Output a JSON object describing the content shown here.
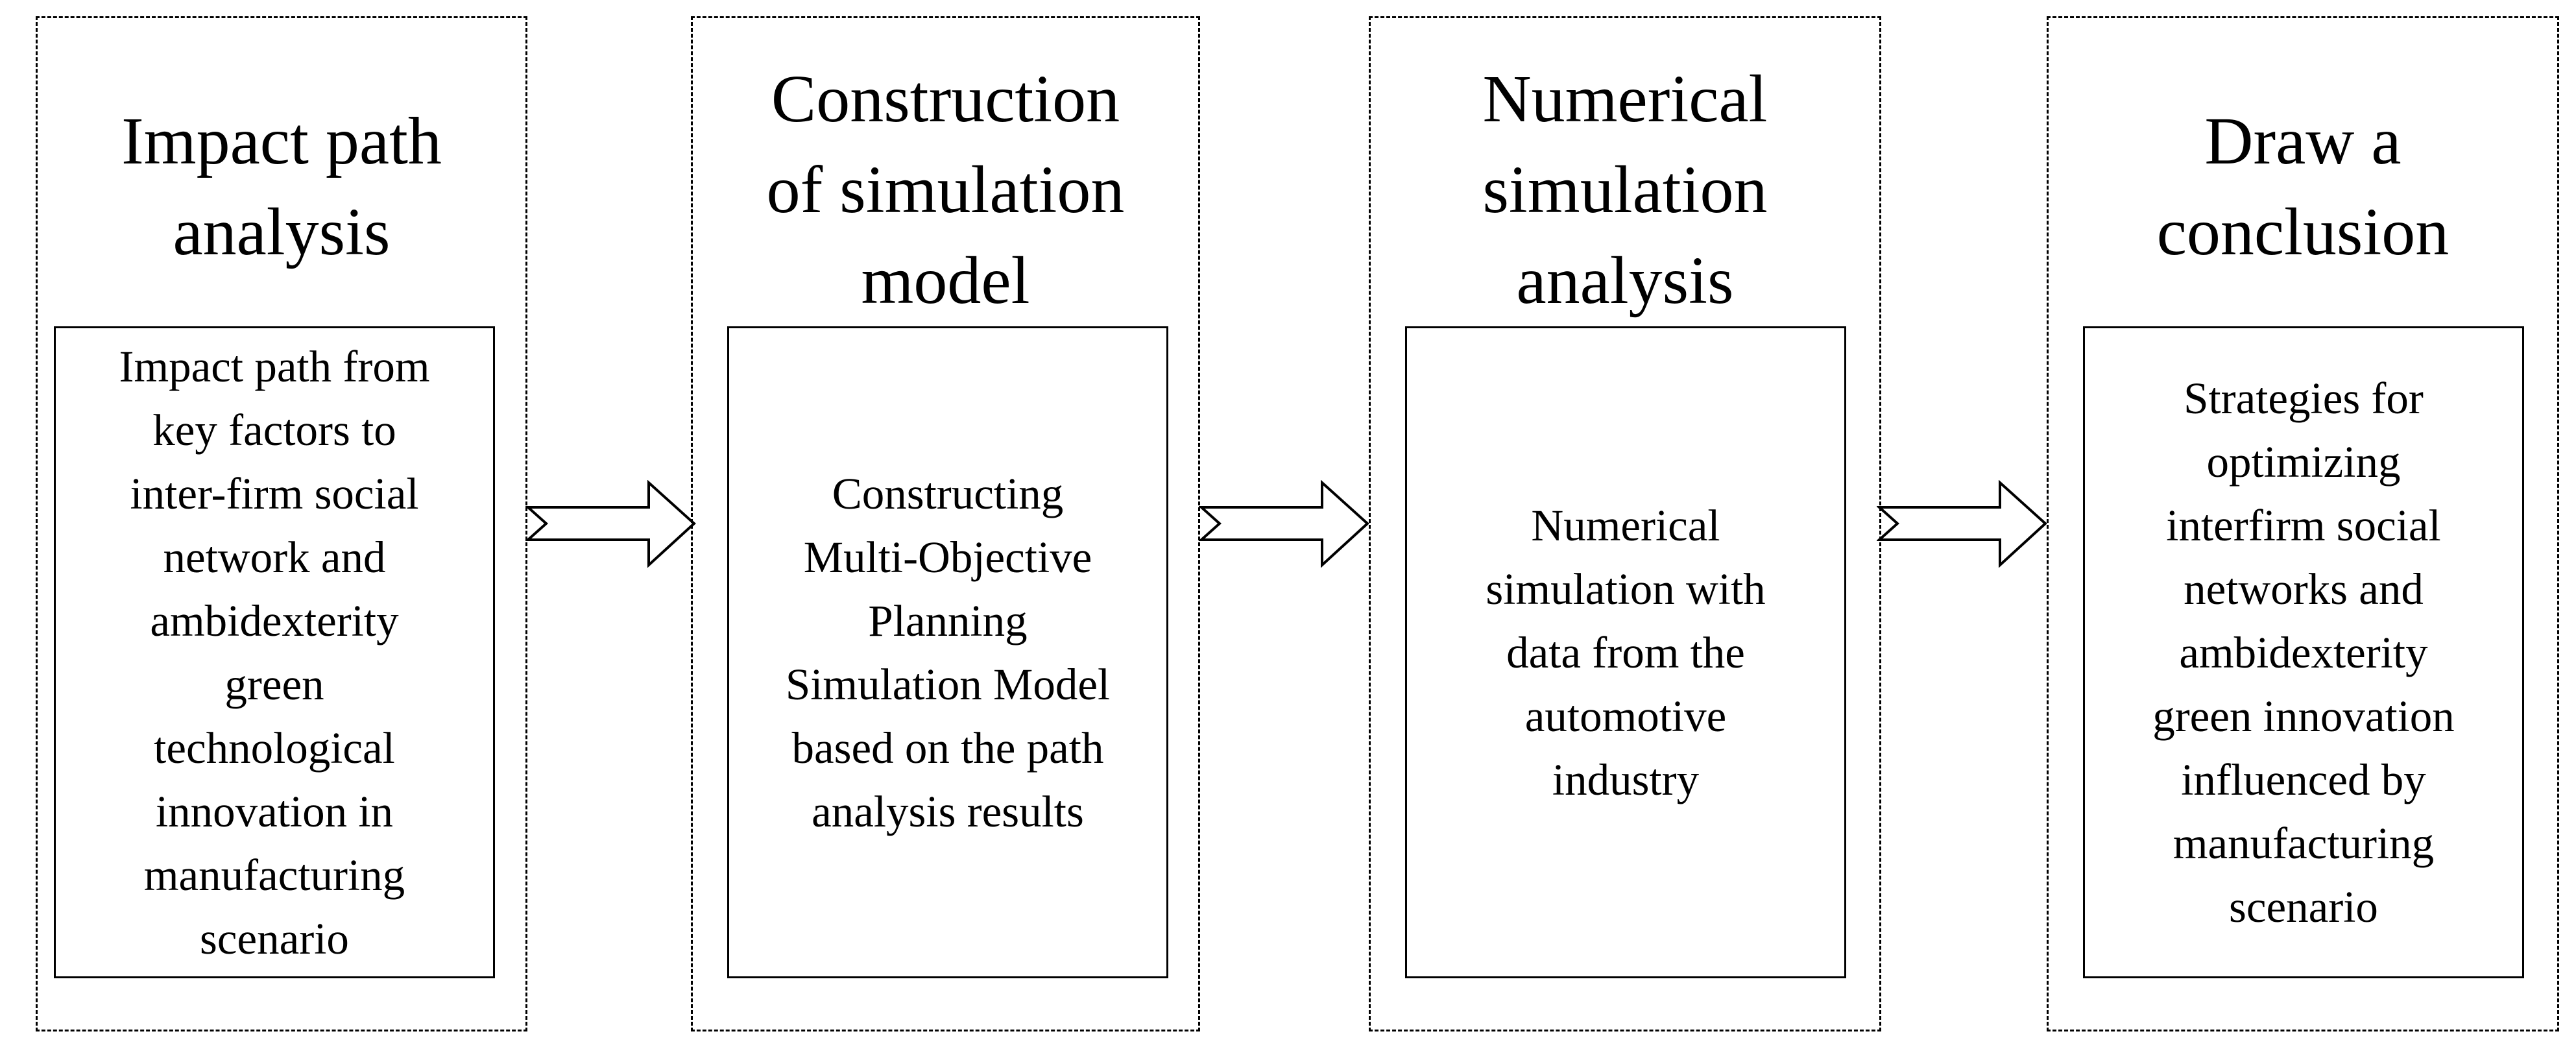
{
  "stages": [
    {
      "title": "Impact path\nanalysis",
      "body": "Impact path from\nkey factors to\ninter-firm social\nnetwork and\nambidexterity\ngreen\ntechnological\ninnovation in\nmanufacturing\nscenario"
    },
    {
      "title": "Construction\nof simulation\nmodel",
      "body": "Constructing\nMulti-Objective\nPlanning\nSimulation Model\nbased on the path\nanalysis results"
    },
    {
      "title": "Numerical\nsimulation\nanalysis",
      "body": "Numerical\nsimulation with\ndata from the\nautomotive\nindustry"
    },
    {
      "title": "Draw a\nconclusion",
      "body": "Strategies for\noptimizing\ninterfirm social\nnetworks and\nambidexterity\ngreen innovation\ninfluenced by\nmanufacturing\nscenario"
    }
  ]
}
